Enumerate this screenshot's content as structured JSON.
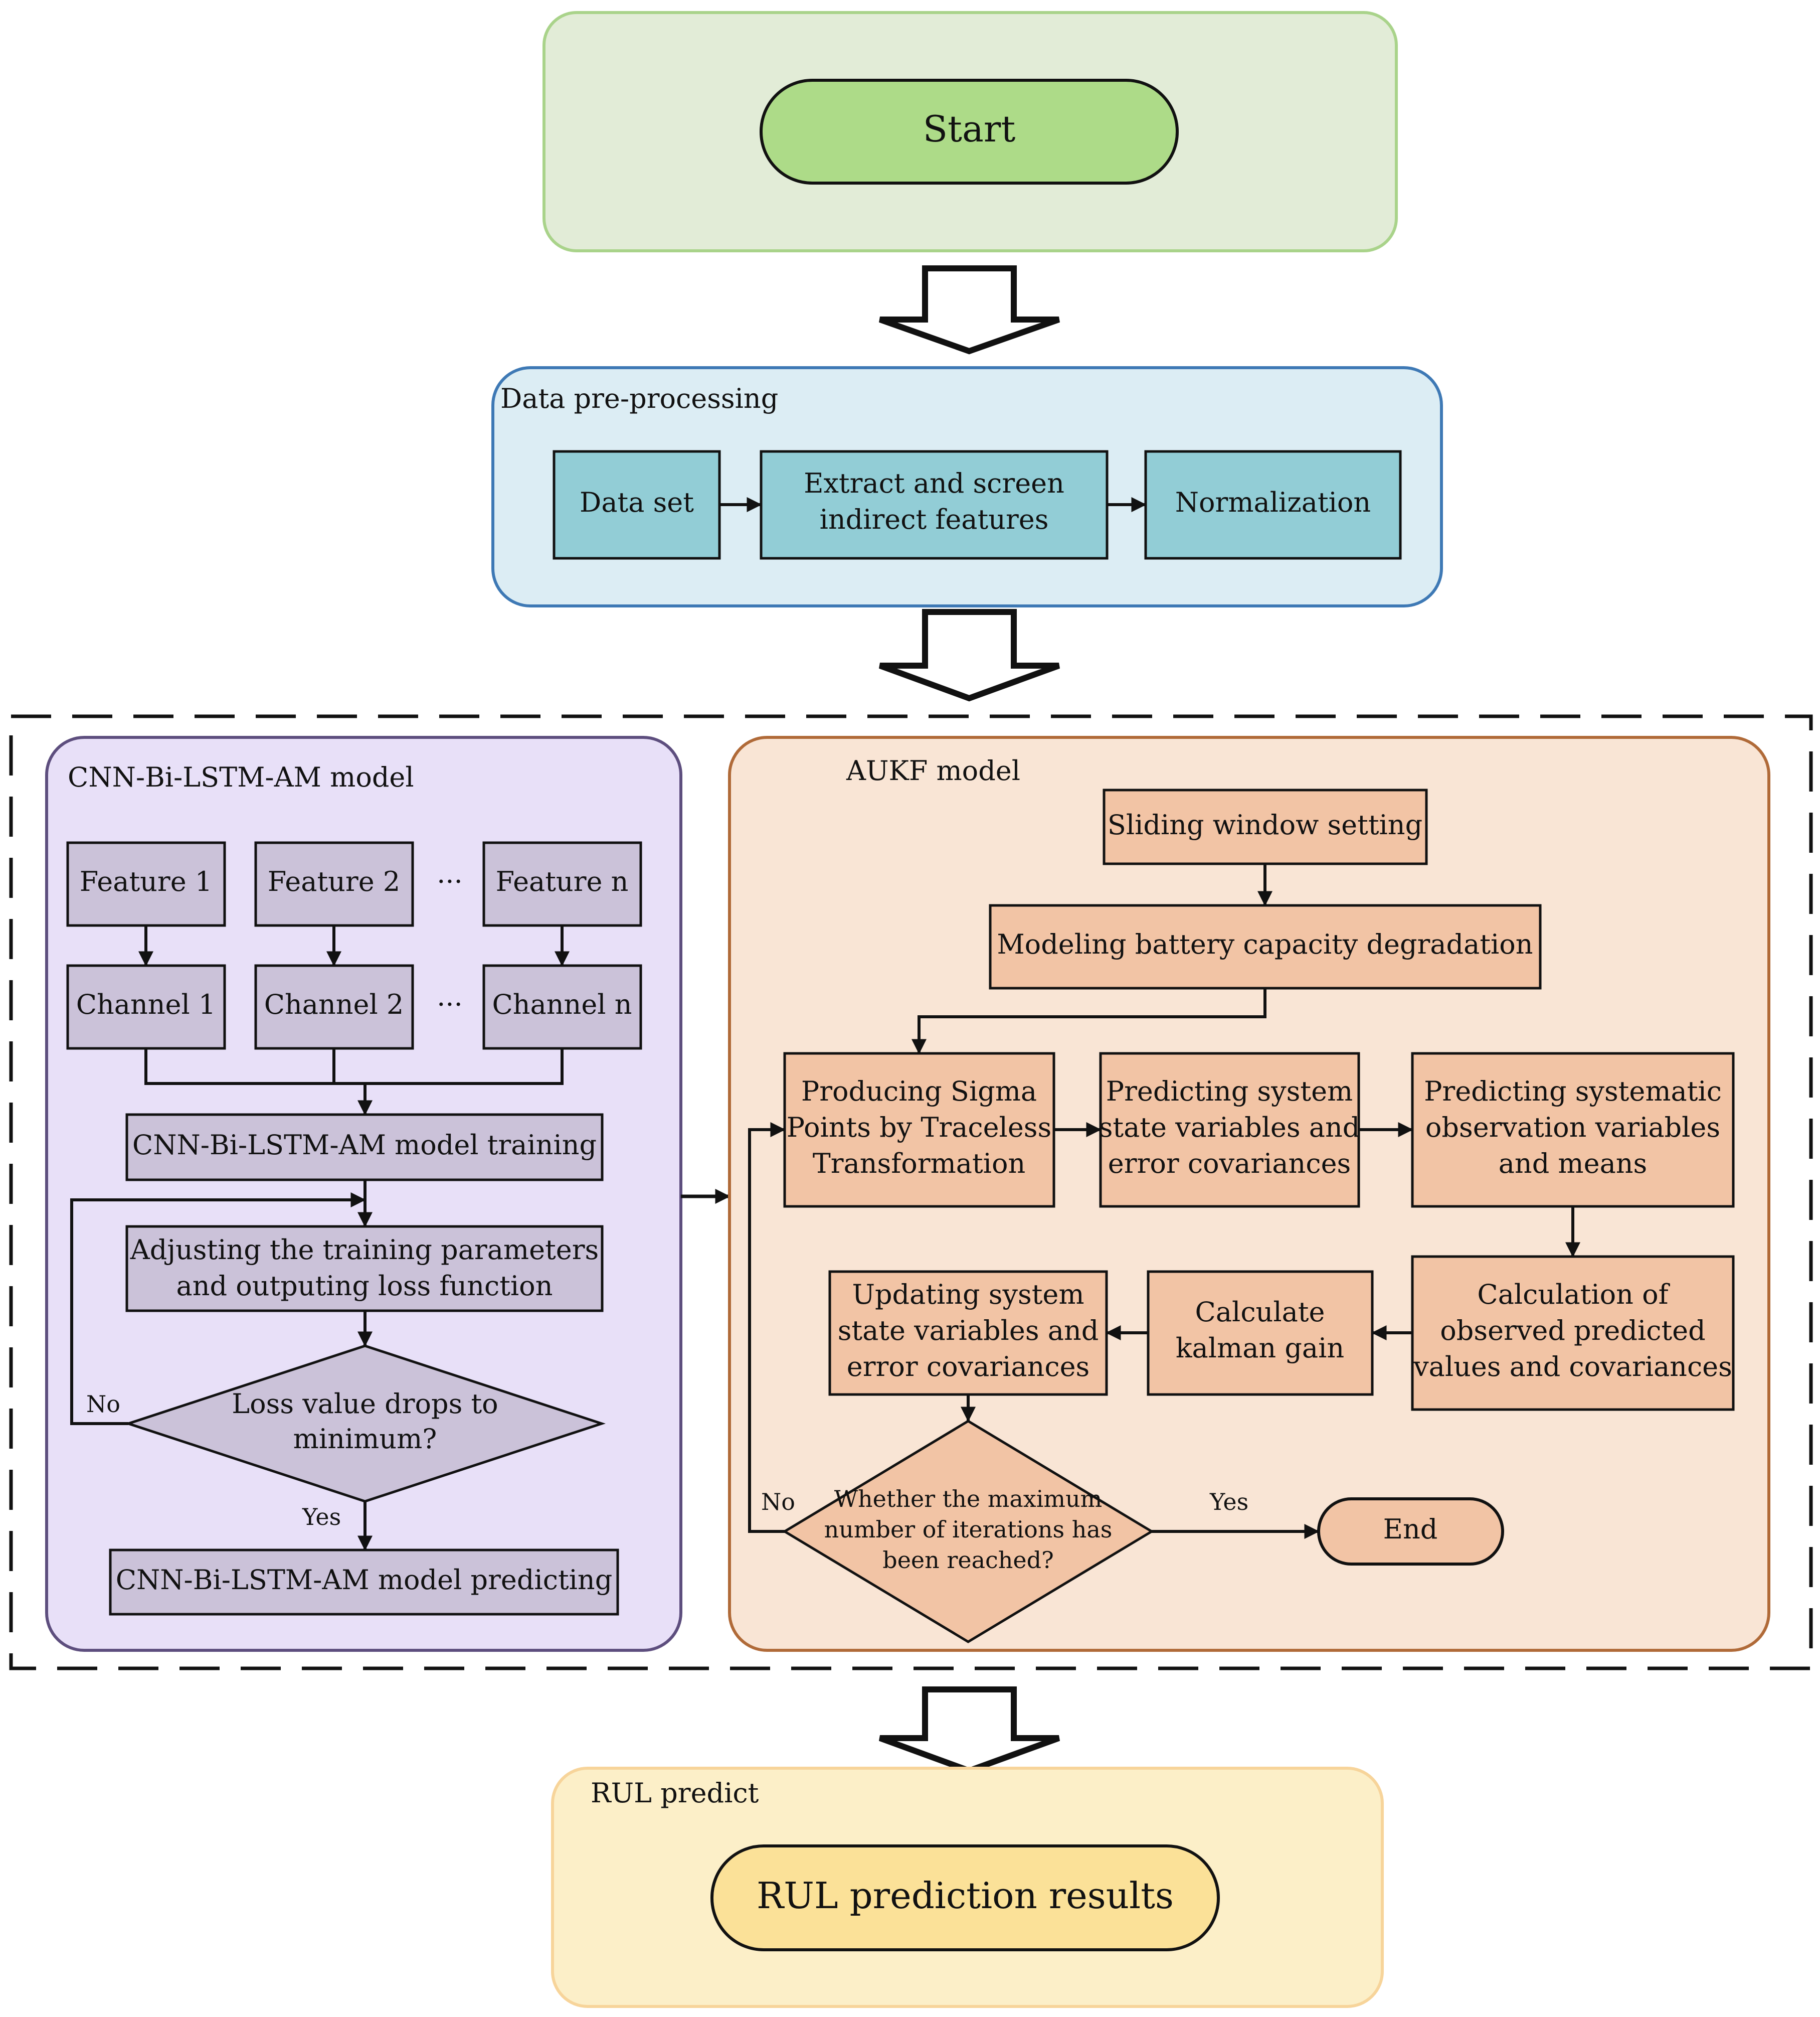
{
  "start": {
    "label": "Start"
  },
  "preprocessing": {
    "title": "Data pre-processing",
    "steps": {
      "dataset": "Data set",
      "extract_line1": "Extract and screen",
      "extract_line2": "indirect features",
      "normalization": "Normalization"
    }
  },
  "cnn": {
    "title": "CNN-Bi-LSTM-AM model",
    "feature1": "Feature 1",
    "feature2": "Feature 2",
    "featuren": "Feature n",
    "channel1": "Channel 1",
    "channel2": "Channel 2",
    "channeln": "Channel n",
    "ellipsis": "···",
    "training": "CNN-Bi-LSTM-AM model training",
    "adjust_line1": "Adjusting the training parameters",
    "adjust_line2": "and outputing loss function",
    "decision_line1": "Loss value drops to",
    "decision_line2": "minimum?",
    "no": "No",
    "yes": "Yes",
    "predicting": "CNN-Bi-LSTM-AM model predicting"
  },
  "aukf": {
    "title": "AUKF model",
    "sliding": "Sliding window setting",
    "modeling": "Modeling battery capacity degradation",
    "sigma_line1": "Producing Sigma",
    "sigma_line2": "Points by Traceless",
    "sigma_line3": "Transformation",
    "predstate_line1": "Predicting system",
    "predstate_line2": "state variables and",
    "predstate_line3": "error covariances",
    "predobs_line1": "Predicting systematic",
    "predobs_line2": "observation variables",
    "predobs_line3": "and means",
    "calcobs_line1": "Calculation of",
    "calcobs_line2": "observed predicted",
    "calcobs_line3": "values and covariances",
    "kalman_line1": "Calculate",
    "kalman_line2": "kalman gain",
    "update_line1": "Updating system",
    "update_line2": "state variables and",
    "update_line3": "error covariances",
    "decision_line1": "Whether the maximum",
    "decision_line2": "number of iterations has",
    "decision_line3": "been reached?",
    "no": "No",
    "yes": "Yes",
    "end": "End"
  },
  "rul": {
    "title": "RUL predict",
    "result": "RUL prediction results"
  },
  "colors": {
    "start_panel_fill": "#e2ecd7",
    "start_panel_stroke": "#a9d38a",
    "start_pill_fill": "#addb88",
    "prep_panel_fill": "#dcedf4",
    "prep_panel_stroke": "#3e79b5",
    "prep_box_fill": "#92cdd6",
    "cnn_panel_fill": "#e8e0f8",
    "cnn_panel_stroke": "#5d4e7e",
    "cnn_box_fill": "#cbc2d9",
    "aukf_panel_fill": "#f9e5d5",
    "aukf_panel_stroke": "#b06a38",
    "aukf_box_fill": "#f2c4a5",
    "rul_panel_fill": "#fcefc8",
    "rul_panel_stroke": "#f7d49a",
    "rul_pill_fill": "#fbe198"
  }
}
